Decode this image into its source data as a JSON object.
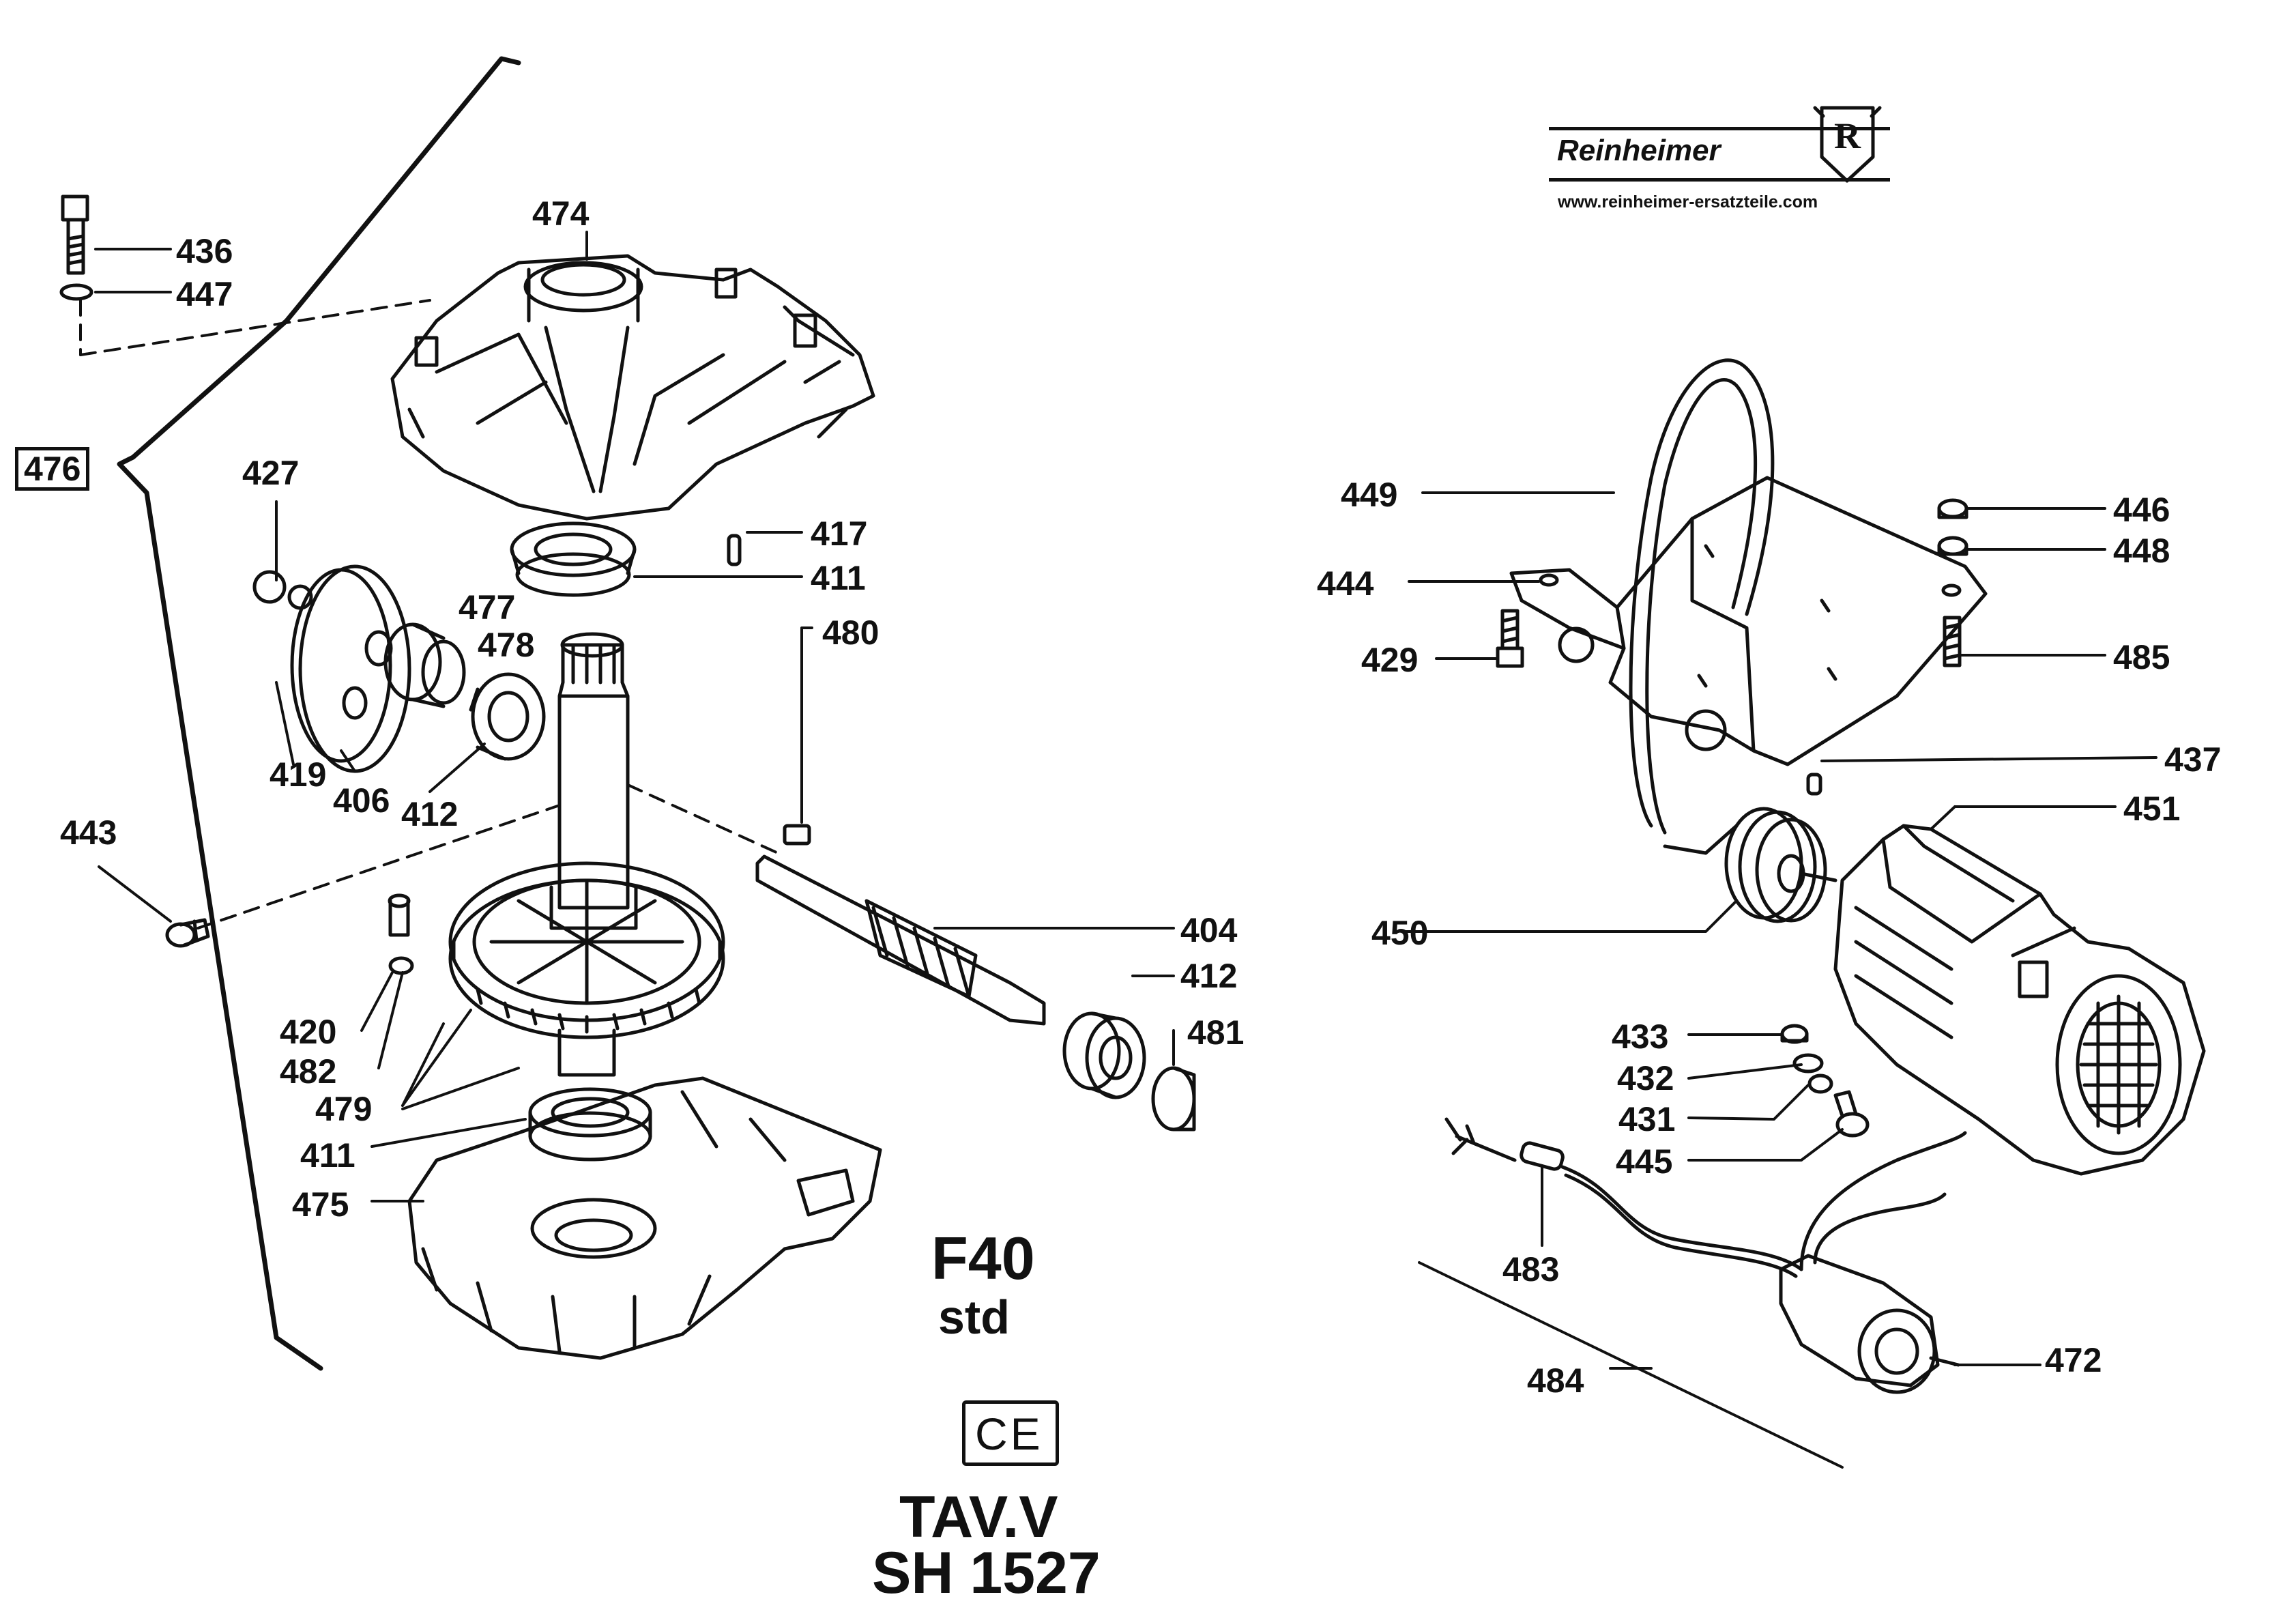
{
  "brand": {
    "name": "Reinheimer",
    "shield_letter": "R",
    "url": "www.reinheimer-ersatzteile.com"
  },
  "model": {
    "line1": "F40",
    "line2": "std"
  },
  "mark": "CE",
  "plate": {
    "line1": "TAV.V",
    "line2": "SH 1527"
  },
  "group_label": "476",
  "parts": {
    "p474": "474",
    "p436": "436",
    "p447": "447",
    "p427": "427",
    "p477": "477",
    "p478": "478",
    "p419": "419",
    "p406": "406",
    "p412a": "412",
    "p417": "417",
    "p411a": "411",
    "p480": "480",
    "p443": "443",
    "p420": "420",
    "p482": "482",
    "p479": "479",
    "p411b": "411",
    "p475": "475",
    "p404": "404",
    "p412b": "412",
    "p481": "481",
    "p449": "449",
    "p444": "444",
    "p429": "429",
    "p446": "446",
    "p448": "448",
    "p485": "485",
    "p437": "437",
    "p451": "451",
    "p450": "450",
    "p433": "433",
    "p432": "432",
    "p431": "431",
    "p445": "445",
    "p483": "483",
    "p484": "484",
    "p472": "472"
  }
}
